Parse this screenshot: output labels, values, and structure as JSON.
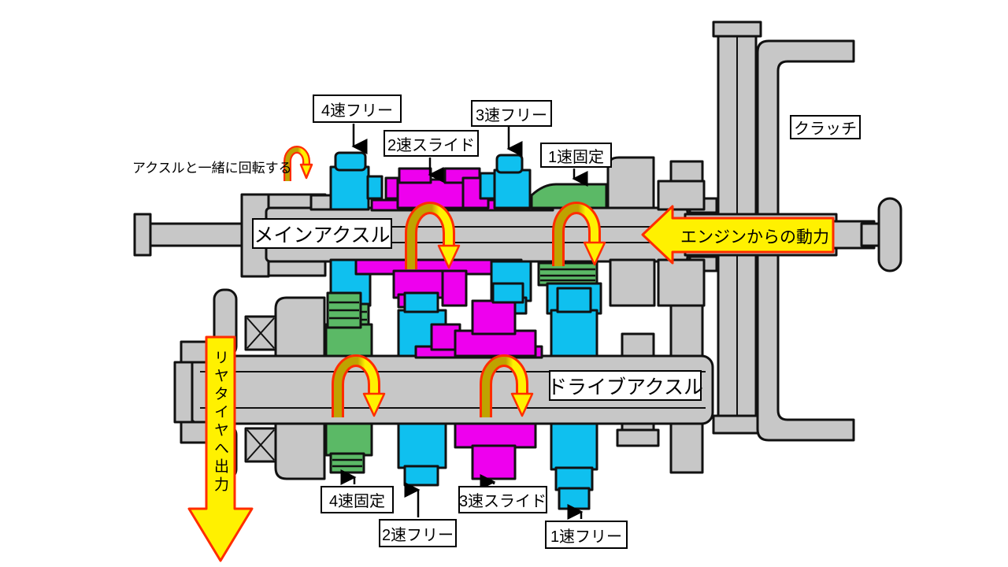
{
  "title": "motorcycle-transmission-cross-section-diagram",
  "colors": {
    "gear_cyan": "#0fc0ef",
    "gear_magenta": "#ee00ee",
    "gear_green": "#5bb966",
    "metal_gray": "#c7c7c7",
    "arrow_yellow": "#fff100",
    "arrow_red": "#ff2d00",
    "arrow_olive": "#bfa300"
  },
  "labels": {
    "rotate_note": "アクスルと一緒に回転する",
    "gear4_free": "4速フリー",
    "gear2_slide": "2速スライド",
    "gear3_free": "3速フリー",
    "gear1_fixed": "1速固定",
    "clutch": "クラッチ",
    "main_axle": "メインアクスル",
    "engine_power": "エンジンからの動力",
    "drive_axle": "ドライブアクスル",
    "gear4_fixed": "4速固定",
    "gear2_free": "2速フリー",
    "gear3_slide": "3速スライド",
    "gear1_free": "1速フリー",
    "rear_tire_output": "リヤタイヤへ出力"
  }
}
